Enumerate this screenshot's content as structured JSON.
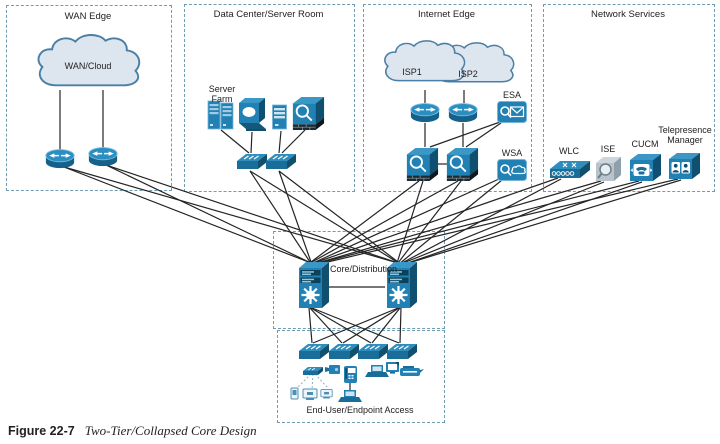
{
  "figure": {
    "label": "Figure 22-7",
    "caption": "Two-Tier/Collapsed Core Design"
  },
  "zones": {
    "wan_edge": {
      "title": "WAN Edge",
      "cloud": "WAN/Cloud"
    },
    "data_center": {
      "title": "Data Center/Server Room",
      "server_farm": "Server Farm"
    },
    "internet_edge": {
      "title": "Internet Edge",
      "isp1": "ISP1",
      "isp2": "ISP2",
      "esa": "ESA",
      "wsa": "WSA"
    },
    "network_services": {
      "title": "Network Services",
      "wlc": "WLC",
      "ise": "ISE",
      "cucm": "CUCM",
      "telepresence": "Telepresence Manager"
    },
    "core": {
      "title": "Core/Distribution"
    },
    "access": {
      "title": "End-User/Endpoint Access"
    }
  },
  "connections": [
    [
      "WAN/Cloud",
      "WAN Router 1"
    ],
    [
      "WAN/Cloud",
      "WAN Router 2"
    ],
    [
      "WAN Router 1",
      "Core Switch 1"
    ],
    [
      "WAN Router 1",
      "Core Switch 2"
    ],
    [
      "WAN Router 2",
      "Core Switch 1"
    ],
    [
      "WAN Router 2",
      "Core Switch 2"
    ],
    [
      "Server Farm",
      "DC Switch 1"
    ],
    [
      "Host",
      "DC Switch 1"
    ],
    [
      "Server",
      "DC Switch 2"
    ],
    [
      "DC Firewall",
      "DC Switch 2"
    ],
    [
      "DC Switch 1",
      "Core Switch 1"
    ],
    [
      "DC Switch 1",
      "Core Switch 2"
    ],
    [
      "DC Switch 2",
      "Core Switch 1"
    ],
    [
      "DC Switch 2",
      "Core Switch 2"
    ],
    [
      "ISP1",
      "Internet Router 1"
    ],
    [
      "ISP2",
      "Internet Router 2"
    ],
    [
      "Internet Router 1",
      "Firewall 1"
    ],
    [
      "Internet Router 2",
      "Firewall 2"
    ],
    [
      "Firewall 1",
      "Firewall 2"
    ],
    [
      "ESA",
      "Firewall 1"
    ],
    [
      "ESA",
      "Firewall 2"
    ],
    [
      "Firewall 1",
      "Core Switch 1"
    ],
    [
      "Firewall 1",
      "Core Switch 2"
    ],
    [
      "Firewall 2",
      "Core Switch 1"
    ],
    [
      "Firewall 2",
      "Core Switch 2"
    ],
    [
      "WSA",
      "Core Switch 1"
    ],
    [
      "WSA",
      "Core Switch 2"
    ],
    [
      "WLC",
      "Core Switch 1"
    ],
    [
      "WLC",
      "Core Switch 2"
    ],
    [
      "ISE",
      "Core Switch 1"
    ],
    [
      "ISE",
      "Core Switch 2"
    ],
    [
      "CUCM",
      "Core Switch 1"
    ],
    [
      "CUCM",
      "Core Switch 2"
    ],
    [
      "Telepresence Manager",
      "Core Switch 1"
    ],
    [
      "Telepresence Manager",
      "Core Switch 2"
    ],
    [
      "Core Switch 1",
      "Core Switch 2"
    ],
    [
      "Core Switch 1",
      "Access Switch 1"
    ],
    [
      "Core Switch 1",
      "Access Switch 2"
    ],
    [
      "Core Switch 1",
      "Access Switch 3"
    ],
    [
      "Core Switch 1",
      "Access Switch 4"
    ],
    [
      "Core Switch 2",
      "Access Switch 1"
    ],
    [
      "Core Switch 2",
      "Access Switch 2"
    ],
    [
      "Core Switch 2",
      "Access Switch 3"
    ],
    [
      "Core Switch 2",
      "Access Switch 4"
    ],
    [
      "IP Phone",
      "Laptop"
    ],
    [
      "Access Point",
      "Wireless Client 1"
    ],
    [
      "Access Point",
      "Wireless Client 2"
    ],
    [
      "Access Point",
      "Wireless Client 3"
    ]
  ],
  "colors": {
    "icon_blue": "#2181b4",
    "icon_blue_top": "#3b97c6",
    "icon_blue_dark": "#0f4f70",
    "icon_blue_mid": "#1a6d99",
    "icon_light_blue": "#9fcce4",
    "cloud_fill": "#dde5ef",
    "cloud_stroke": "#4a7fa5",
    "zone_border": "#6f9cb2",
    "ise_gray": "#b8c3ca",
    "line": "#242424",
    "text": "#222222"
  }
}
